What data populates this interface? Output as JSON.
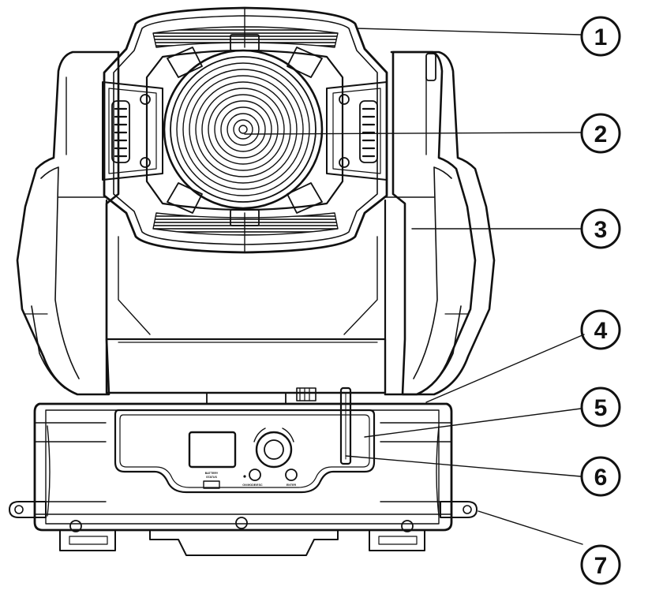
{
  "diagram": {
    "callouts": [
      {
        "number": "1"
      },
      {
        "number": "2"
      },
      {
        "number": "3"
      },
      {
        "number": "4"
      },
      {
        "number": "5"
      },
      {
        "number": "6"
      },
      {
        "number": "7"
      }
    ],
    "panel": {
      "battery_label": "BATTERY",
      "status_label": "STATUS",
      "left_label": "ON",
      "middle_label": "MODE/ESC",
      "right_label": "ENTER"
    }
  }
}
